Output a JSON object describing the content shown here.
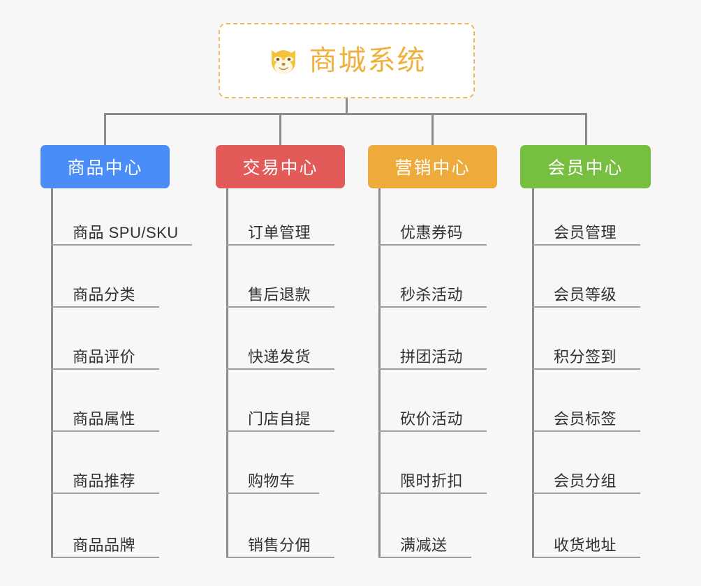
{
  "background_color": "#f7f7f7",
  "root": {
    "icon": "shiba-dog-face-emoji",
    "label": "商城系统",
    "text_color": "#f0b03c",
    "border_color": "#f0b860"
  },
  "connector_color": "#8c8c8c",
  "columns": [
    {
      "key": "product-center",
      "label": "商品中心",
      "color": "#4b8df8",
      "leaves": [
        {
          "label": "商品 SPU/SKU"
        },
        {
          "label": "商品分类"
        },
        {
          "label": "商品评价"
        },
        {
          "label": "商品属性"
        },
        {
          "label": "商品推荐"
        },
        {
          "label": "商品品牌"
        }
      ]
    },
    {
      "key": "trade-center",
      "label": "交易中心",
      "color": "#e35b58",
      "leaves": [
        {
          "label": "订单管理"
        },
        {
          "label": "售后退款"
        },
        {
          "label": "快递发货"
        },
        {
          "label": "门店自提"
        },
        {
          "label": "购物车"
        },
        {
          "label": "销售分佣"
        }
      ]
    },
    {
      "key": "marketing-center",
      "label": "营销中心",
      "color": "#eeab3c",
      "leaves": [
        {
          "label": "优惠券码"
        },
        {
          "label": "秒杀活动"
        },
        {
          "label": "拼团活动"
        },
        {
          "label": "砍价活动"
        },
        {
          "label": "限时折扣"
        },
        {
          "label": "满减送"
        }
      ]
    },
    {
      "key": "member-center",
      "label": "会员中心",
      "color": "#76bf40",
      "leaves": [
        {
          "label": "会员管理"
        },
        {
          "label": "会员等级"
        },
        {
          "label": "积分签到"
        },
        {
          "label": "会员标签"
        },
        {
          "label": "会员分组"
        },
        {
          "label": "收货地址"
        }
      ]
    }
  ]
}
